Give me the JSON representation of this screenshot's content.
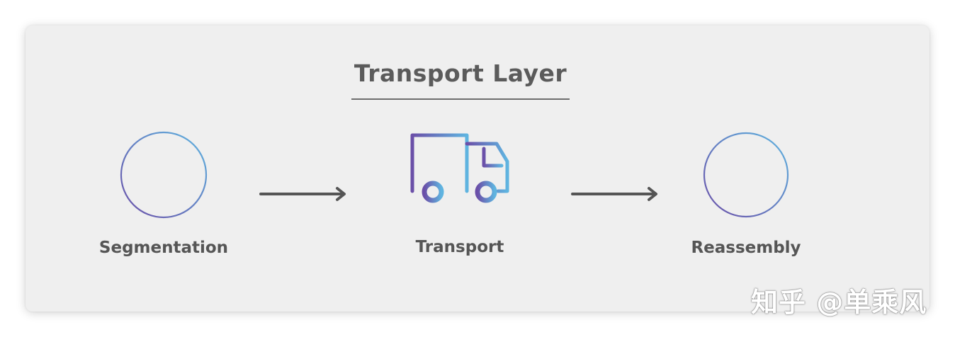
{
  "title": "Transport Layer",
  "stages": {
    "segmentation": "Segmentation",
    "transport": "Transport",
    "reassembly": "Reassembly"
  },
  "watermark": "知乎 @单乘风",
  "colors": {
    "gradient_start": "#6b4fa8",
    "gradient_end": "#5fb4e0",
    "text": "#555555",
    "arrow": "#555555",
    "card_background": "#efefef"
  },
  "icons": [
    "quartered-circle-icon",
    "truck-icon",
    "circle-icon",
    "arrow-right-icon"
  ]
}
